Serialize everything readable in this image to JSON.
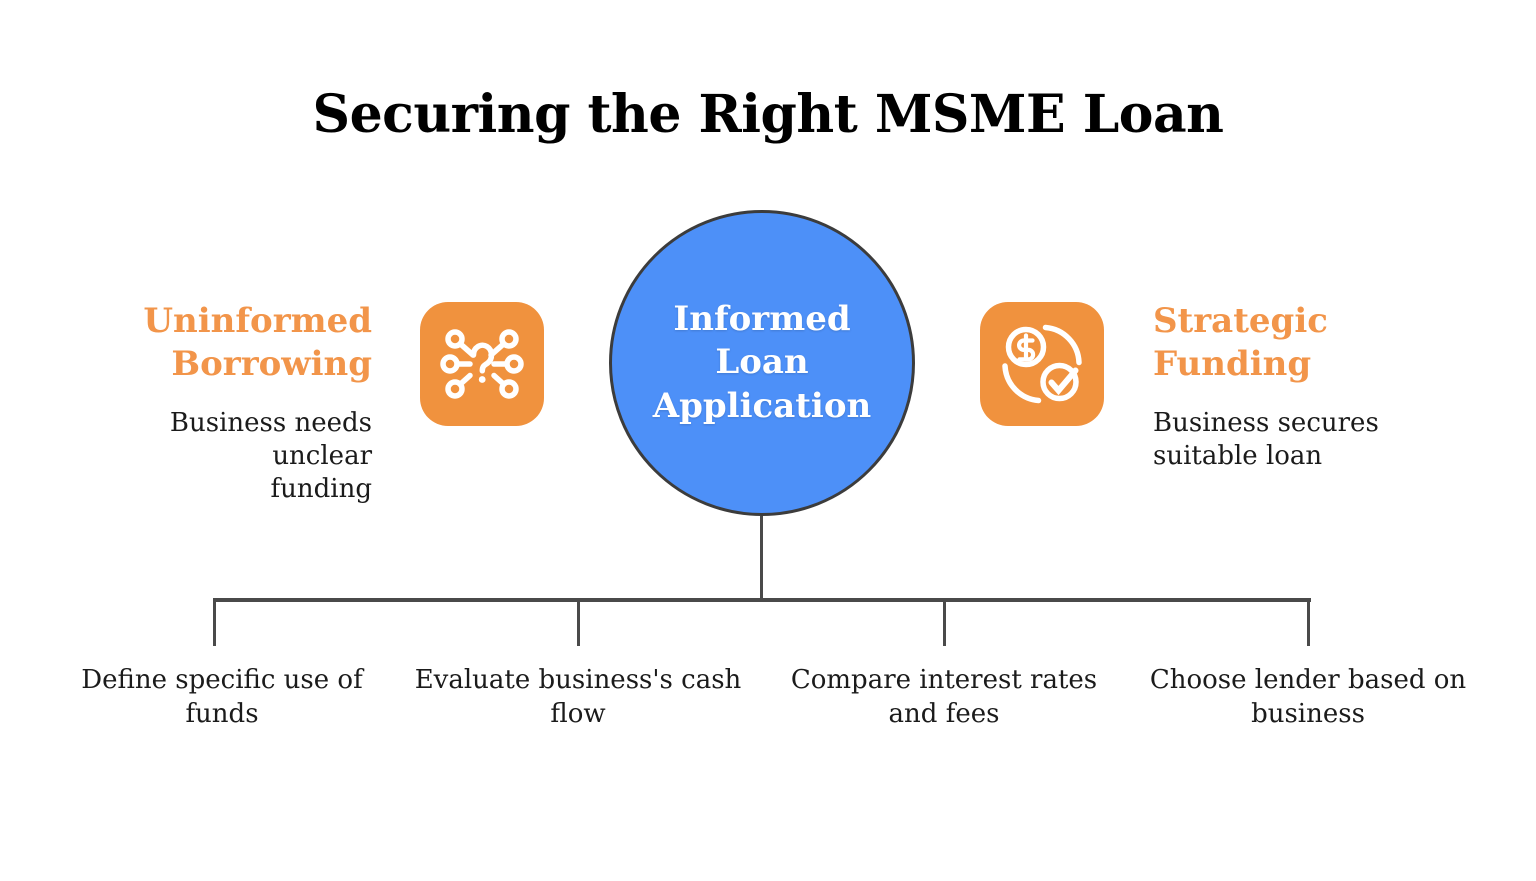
{
  "title": "Securing the Right MSME Loan",
  "colors": {
    "orange_heading": "#F2954A",
    "orange_icon": "#F0923E",
    "blue_circle": "#4D90F8",
    "circle_border": "#3C3C3C",
    "connector": "#4A4A4A",
    "text_dark": "#1B1B1B",
    "text_white": "#FFFFFF",
    "background": "#FFFFFF"
  },
  "center_node": {
    "label": "Informed\nLoan\nApplication"
  },
  "left_branch": {
    "icon": "network-question-icon",
    "heading": "Uninformed\nBorrowing",
    "description": "Business needs unclear\nfunding"
  },
  "right_branch": {
    "icon": "dollar-check-icon",
    "heading": "Strategic\nFunding",
    "description": "Business secures\nsuitable loan"
  },
  "steps": [
    {
      "label": "Define specific use of\nfunds"
    },
    {
      "label": "Evaluate business's cash\nflow"
    },
    {
      "label": "Compare interest rates\nand fees"
    },
    {
      "label": "Choose lender based on\nbusiness"
    }
  ]
}
